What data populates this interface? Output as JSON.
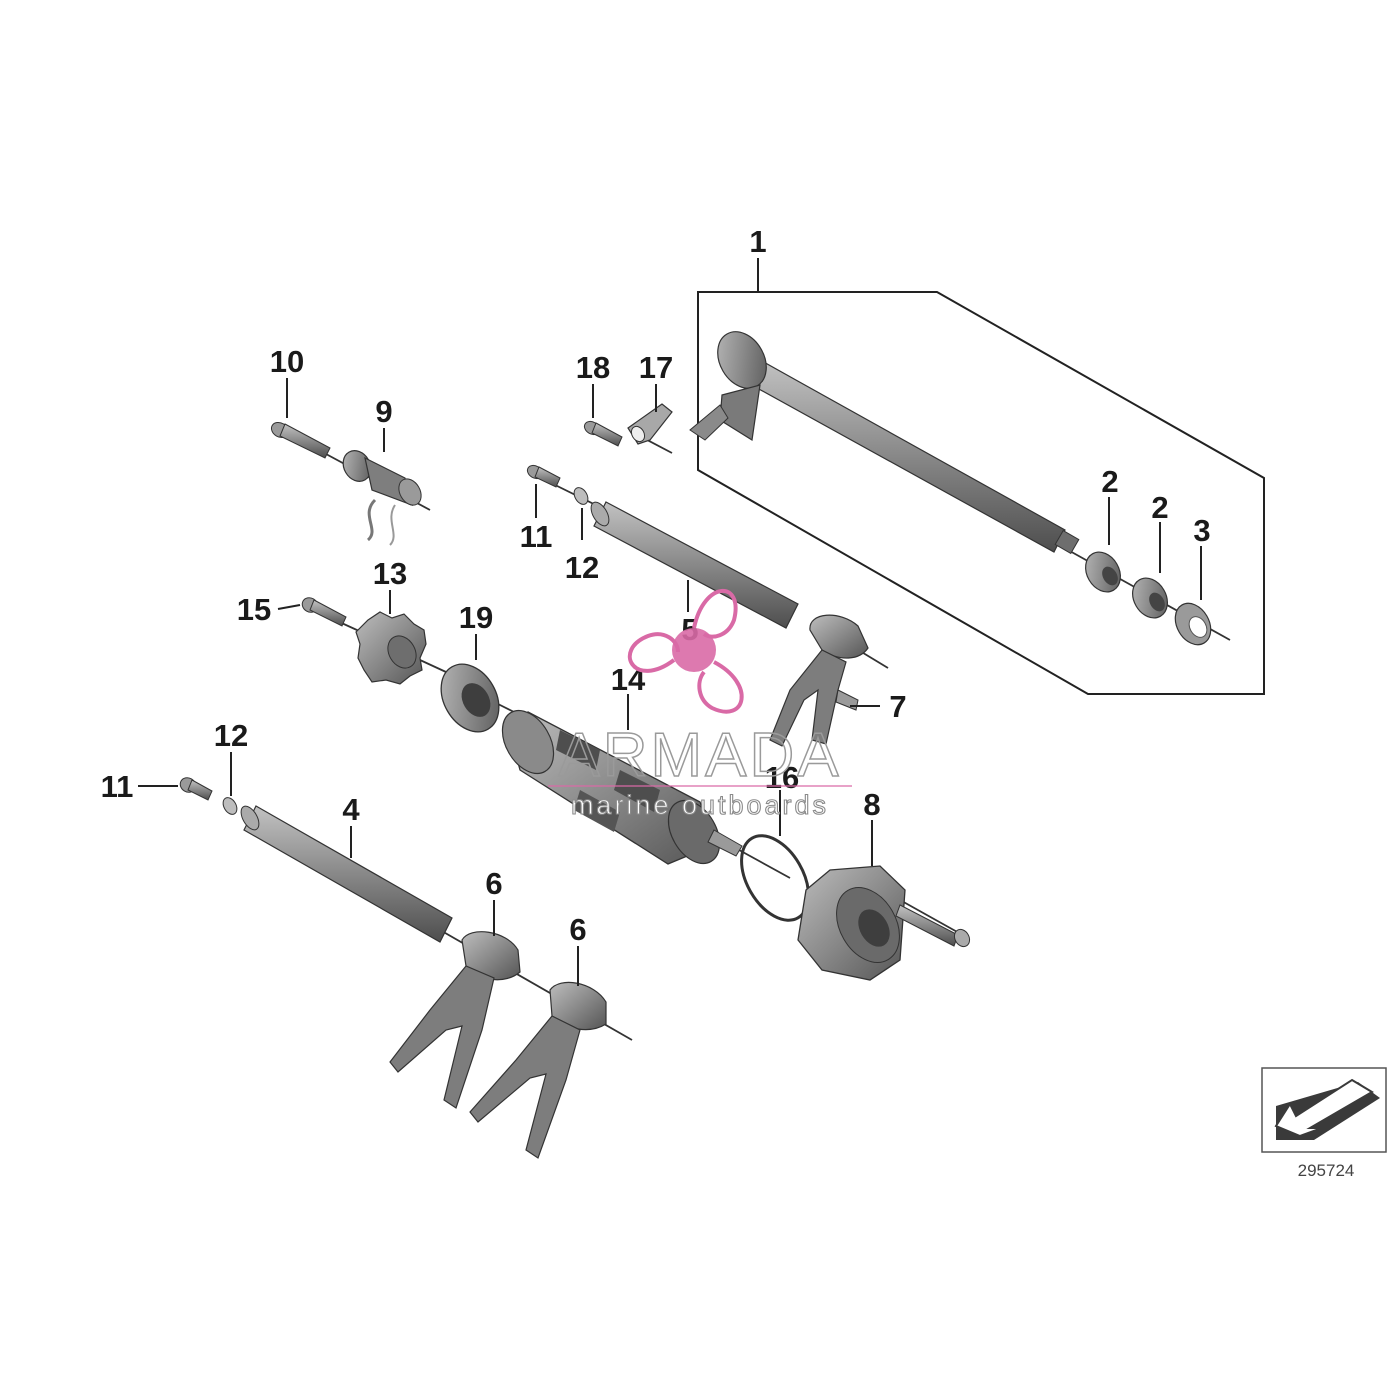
{
  "diagram": {
    "reference_number": "295724",
    "watermark": {
      "brand": "ARMADA",
      "tagline": "marine outboards",
      "logo_icon": "propeller-icon",
      "logo_color": "#d96aa6"
    },
    "callouts": [
      "1",
      "2",
      "2",
      "3",
      "4",
      "5",
      "6",
      "6",
      "7",
      "8",
      "9",
      "10",
      "11",
      "11",
      "12",
      "12",
      "13",
      "14",
      "15",
      "16",
      "17",
      "18",
      "19"
    ],
    "orientation_icon": "arrow-down-left-icon",
    "colors": {
      "part_fill": "#8c8c8c",
      "part_dark": "#5e5e5e",
      "part_light": "#b9b9b9",
      "line": "#222222"
    }
  }
}
